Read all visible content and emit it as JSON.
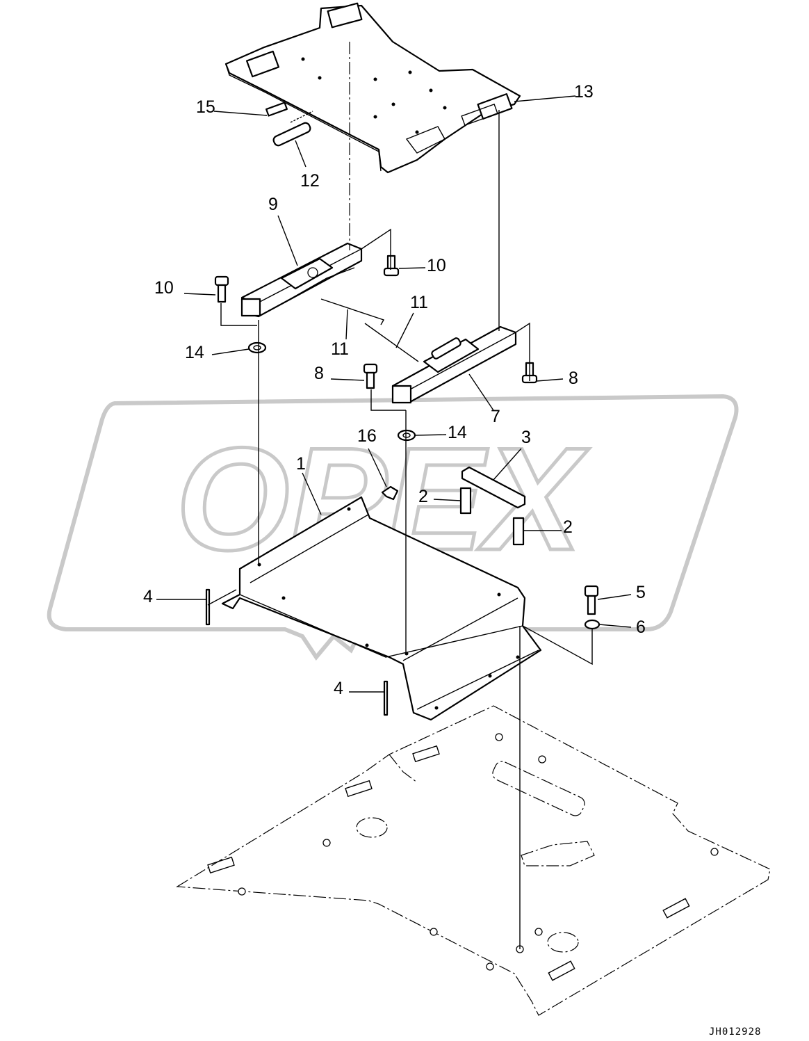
{
  "watermark": {
    "text": "OPEX"
  },
  "drawing_code": "JH012928",
  "callouts": {
    "c1": "1",
    "c2a": "2",
    "c2b": "2",
    "c3": "3",
    "c4a": "4",
    "c4b": "4",
    "c5": "5",
    "c6": "6",
    "c7": "7",
    "c8a": "8",
    "c8b": "8",
    "c9": "9",
    "c10a": "10",
    "c10b": "10",
    "c11a": "11",
    "c11b": "11",
    "c12": "12",
    "c13": "13",
    "c14a": "14",
    "c14b": "14",
    "c15": "15",
    "c16": "16"
  }
}
